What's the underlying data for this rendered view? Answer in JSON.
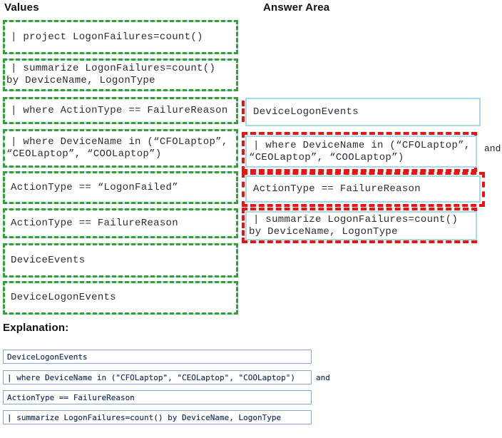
{
  "columns": {
    "values": {
      "title": "Values",
      "items": [
        {
          "lines": [
            "| project LogonFailures=count()"
          ]
        },
        {
          "lines": [
            "| summarize LogonFailures=count()",
            "by DeviceName, LogonType"
          ]
        },
        {
          "lines": [
            "| where ActionType == FailureReason"
          ]
        },
        {
          "lines": [
            "| where DeviceName in (“CFOLaptop”,",
            "“CEOLaptop”, “COOLaptop”)"
          ]
        },
        {
          "lines": [
            "ActionType == “LogonFailed”"
          ]
        },
        {
          "lines": [
            "ActionType == FailureReason"
          ]
        },
        {
          "lines": [
            "DeviceEvents"
          ]
        },
        {
          "lines": [
            "DeviceLogonEvents"
          ]
        }
      ]
    },
    "answer_area": {
      "title": "Answer Area",
      "items": [
        {
          "lines": [
            "DeviceLogonEvents"
          ],
          "suffix": ""
        },
        {
          "lines": [
            "| where DeviceName in (“CFOLaptop”,",
            "“CEOLaptop”, “COOLaptop”)"
          ],
          "suffix": "and"
        },
        {
          "lines": [
            "ActionType == FailureReason"
          ],
          "suffix": ""
        },
        {
          "lines": [
            "| summarize LogonFailures=count()",
            "by DeviceName, LogonType"
          ],
          "suffix": ""
        }
      ]
    }
  },
  "explanation": {
    "title": "Explanation:",
    "rows": [
      {
        "text": "DeviceLogonEvents",
        "suffix": ""
      },
      {
        "text": "| where DeviceName in (\"CFOLaptop\", \"CEOLaptop\", \"COOLaptop\")",
        "suffix": "and"
      },
      {
        "text": "ActionType == FailureReason",
        "suffix": ""
      },
      {
        "text": "| summarize LogonFailures=count() by DeviceName, LogonType",
        "suffix": ""
      }
    ]
  },
  "colors": {
    "value_chip_dashed_border": "#35a135",
    "box_border_blue": "#a8d9e8",
    "correct_highlight_red": "#ee1111",
    "code_text": "#2d2d38",
    "explanation_border": "#8aa7d2",
    "explanation_text": "#1f3864"
  }
}
